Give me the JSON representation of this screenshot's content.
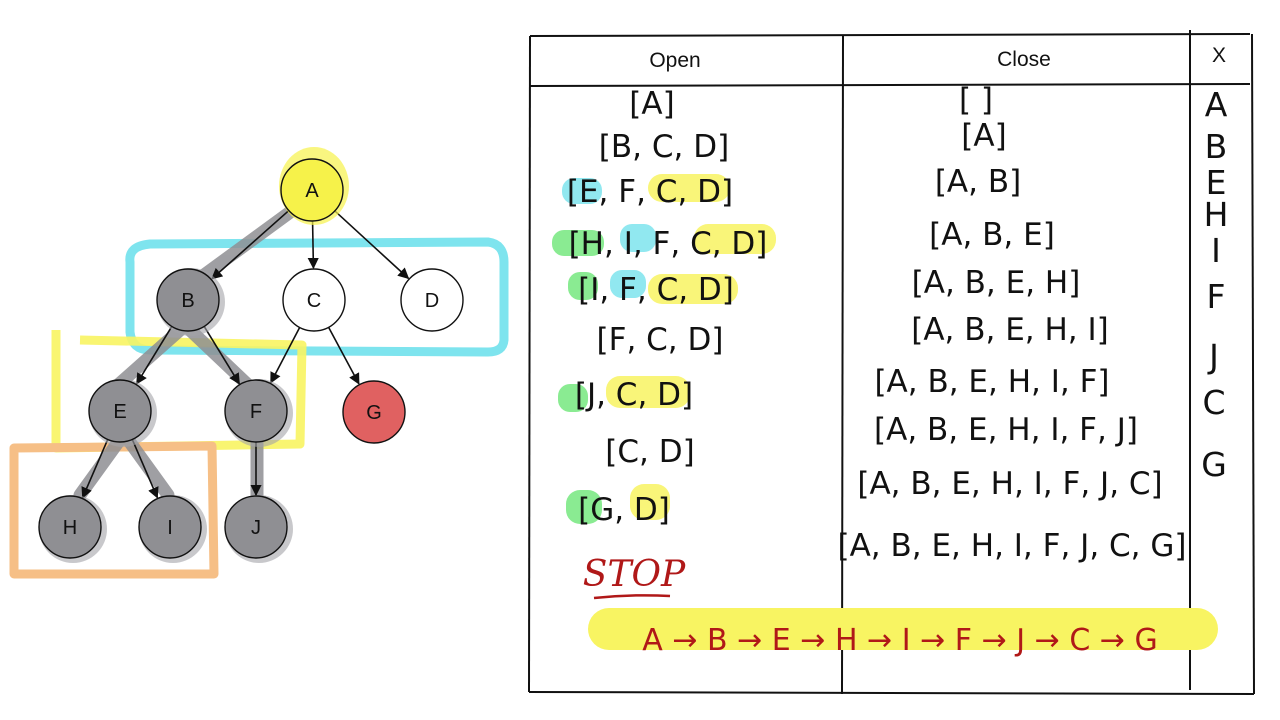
{
  "colors": {
    "visited_gray": "#8f8f93",
    "start_yellow": "#f6f24a",
    "goal_red": "#e06161",
    "cyan": "#7ee4ee",
    "yellow_hl": "#f8f462",
    "orange": "#f6bf86",
    "green_hl": "#76e880",
    "ink_red": "#b01818"
  },
  "tree": {
    "nodes": [
      {
        "id": "A",
        "label": "A",
        "state": "start"
      },
      {
        "id": "B",
        "label": "B",
        "state": "visited"
      },
      {
        "id": "C",
        "label": "C",
        "state": "open"
      },
      {
        "id": "D",
        "label": "D",
        "state": "open"
      },
      {
        "id": "E",
        "label": "E",
        "state": "visited"
      },
      {
        "id": "F",
        "label": "F",
        "state": "visited"
      },
      {
        "id": "G",
        "label": "G",
        "state": "goal"
      },
      {
        "id": "H",
        "label": "H",
        "state": "visited"
      },
      {
        "id": "I",
        "label": "I",
        "state": "visited"
      },
      {
        "id": "J",
        "label": "J",
        "state": "visited"
      }
    ],
    "edges": [
      [
        "A",
        "B"
      ],
      [
        "A",
        "C"
      ],
      [
        "A",
        "D"
      ],
      [
        "B",
        "E"
      ],
      [
        "B",
        "F"
      ],
      [
        "C",
        "F"
      ],
      [
        "C",
        "G"
      ],
      [
        "E",
        "H"
      ],
      [
        "E",
        "I"
      ],
      [
        "F",
        "J"
      ]
    ]
  },
  "table": {
    "headers": {
      "open": "Open",
      "close": "Close",
      "x": "X"
    },
    "open_rows": [
      "[A]",
      "[B, C, D]",
      "[E, F, C, D]",
      "[H, I, F, C, D]",
      "[I, F, C, D]",
      "[F, C, D]",
      "[J, C, D]",
      "[C, D]",
      "[G, D]"
    ],
    "close_rows": [
      "[ ]",
      "[A]",
      "[A, B]",
      "[A, B, E]",
      "[A, B, E, H]",
      "[A, B, E, H, I]",
      "[A, B, E, H, I, F]",
      "[A, B, E, H, I, F, J]",
      "[A, B, E, H, I, F, J, C]",
      "[A, B, E, H, I, F, J, C, G]"
    ],
    "x_rows": [
      "A",
      "B",
      "E",
      "H",
      "I",
      "F",
      "J",
      "C",
      "G"
    ],
    "stop_label": "STOP",
    "path_label": "A → B → E → H → I → F → J → C → G"
  }
}
